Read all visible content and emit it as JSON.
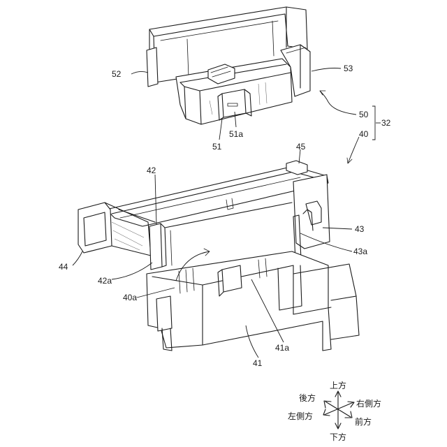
{
  "labels": {
    "l52": "52",
    "l53": "53",
    "l50": "50",
    "l32": "32",
    "l40": "40",
    "l51a": "51a",
    "l51": "51",
    "l45": "45",
    "l42": "42",
    "l43": "43",
    "l43a": "43a",
    "l44": "44",
    "l42a": "42a",
    "l40a": "40a",
    "l41a": "41a",
    "l41": "41"
  },
  "directions": {
    "up": "上方",
    "down": "下方",
    "rear": "後方",
    "front": "前方",
    "left": "左側方",
    "right": "右側方"
  }
}
